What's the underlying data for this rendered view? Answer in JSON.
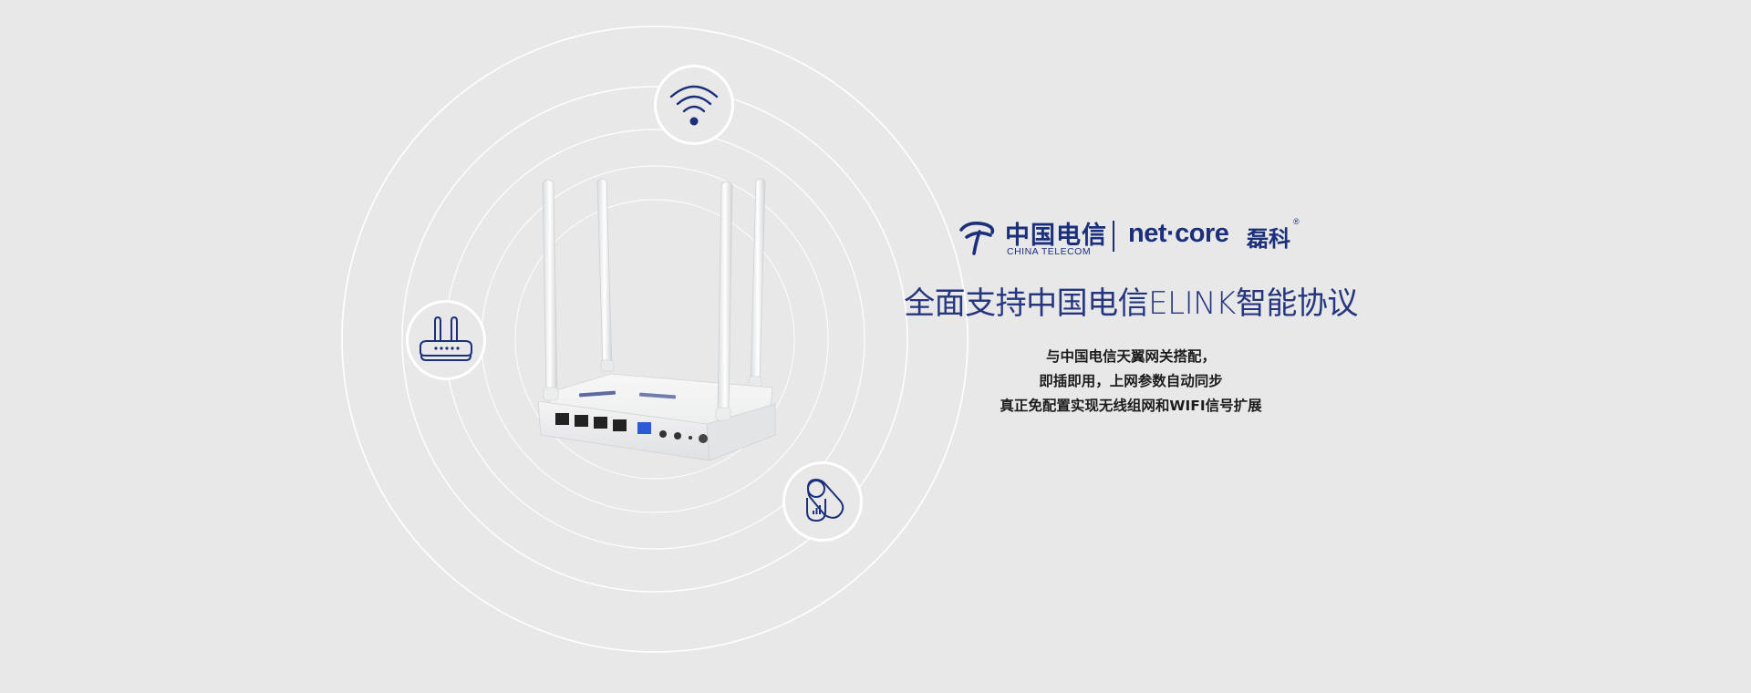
{
  "brand": {
    "telecom_name_cn": "中国电信",
    "telecom_name_en": "CHINA TELECOM",
    "partner_name": "net·core",
    "partner_name_cn": "磊科",
    "registered_mark": "®"
  },
  "headline": "全面支持中国电信ELINK智能协议",
  "description": [
    "与中国电信天翼网关搭配，",
    "即插即用，上网参数自动同步",
    "真正免配置实现无线组网和WIFI信号扩展"
  ],
  "icons": {
    "top": "wifi-icon",
    "left": "router-icon",
    "bottom": "signal-toggle-icon"
  },
  "colors": {
    "background": "#e8e8e8",
    "brand_blue": "#1b2f7a",
    "ring": "#ffffff",
    "text_dark": "#1c1c1c"
  }
}
